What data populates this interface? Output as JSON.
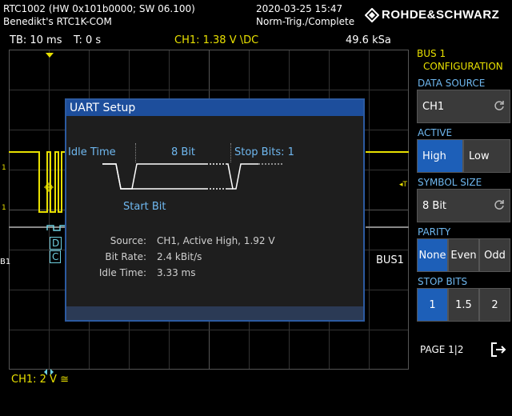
{
  "header": {
    "model": "RTC1002 (HW 0x101b0000; SW 06.100)",
    "device_name": "Benedikt's RTC1K-COM",
    "datetime": "2020-03-25 15:47",
    "trigger_status": "Norm-Trig./Complete",
    "brand": "ROHDE&SCHWARZ"
  },
  "status_bar": {
    "timebase": "TB: 10 ms",
    "time_offset": "T: 0 s",
    "trigger": "CH1: 1.38 V \\DC",
    "sample_rate": "49.6 kSa"
  },
  "bottom": {
    "ch1_scale": "CH1: 2 V ≅"
  },
  "waveform": {
    "bus_label": "BUS1",
    "b1_marker": "B1",
    "decode1": "D",
    "decode2": "C"
  },
  "dialog": {
    "title": "UART Setup",
    "idle_time_label": "Idle Time",
    "data_bits_label": "8 Bit",
    "stop_bits_label": "Stop Bits: 1",
    "start_bit_label": "Start Bit",
    "info": [
      {
        "key": "Source:",
        "value": "CH1, Active High, 1.92 V"
      },
      {
        "key": "Bit Rate:",
        "value": "2.4 kBit/s"
      },
      {
        "key": "Idle Time:",
        "value": "3.33 ms"
      }
    ]
  },
  "panel": {
    "title_line1": "BUS 1",
    "title_line2": "CONFIGURATION",
    "data_source": {
      "label": "DATA SOURCE",
      "value": "CH1"
    },
    "active": {
      "label": "ACTIVE",
      "options": [
        "High",
        "Low"
      ],
      "selected": "High"
    },
    "symbol_size": {
      "label": "SYMBOL SIZE",
      "value": "8 Bit"
    },
    "parity": {
      "label": "PARITY",
      "options": [
        "None",
        "Even",
        "Odd"
      ],
      "selected": "None"
    },
    "stop_bits": {
      "label": "STOP BITS",
      "options": [
        "1",
        "1.5",
        "2"
      ],
      "selected": "1"
    },
    "page": "PAGE 1|2"
  },
  "colors": {
    "accent": "#1d5fb8",
    "trace": "#e8e000",
    "label": "#6fb8f0"
  }
}
